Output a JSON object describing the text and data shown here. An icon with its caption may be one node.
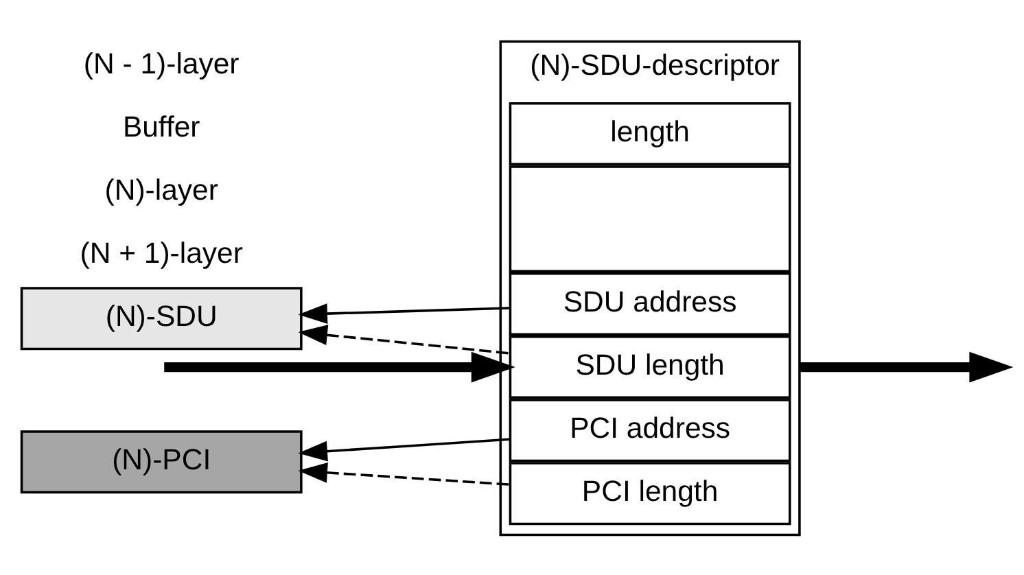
{
  "diagram": {
    "nodes": [
      {
        "text": [
          "(N)-SDU"
        ]
      },
      {
        "text": [
          "(N)-PCI"
        ]
      },
      {
        "text": [
          "(N)-SDU-descriptor"
        ]
      },
      {
        "text": [
          "length"
        ],
        "in": 2
      },
      {
        "text": [],
        "shape": "box",
        "in": 2
      },
      {
        "text": [
          "SDU address"
        ],
        "in": 2
      },
      {
        "text": [
          "SDU length"
        ],
        "in": 2
      },
      {
        "text": [
          "PCI address"
        ],
        "in": 2
      },
      {
        "text": [
          "PCI length"
        ],
        "in": 2
      }
    ],
    "edges": [
      {
        "from": 5,
        "to": 0,
        "arrow": "to"
      },
      {
        "from": 6,
        "to": 0,
        "arrow": "to",
        "style": "dashed"
      },
      {
        "from": 7,
        "to": 1,
        "arrow": "to"
      },
      {
        "from": 8,
        "to": 1,
        "arrow": "to",
        "style": "dashed"
      },
      {
        "from": null,
        "to": 2,
        "arrow": "to",
        "style": "thick"
      },
      {
        "from": 2,
        "to": null,
        "arrow": "to",
        "style": "thick"
      }
    ],
    "labels": [
      "(N + 1)-layer",
      "(N)-layer",
      "Buffer",
      "(N - 1)-layer"
    ]
  }
}
